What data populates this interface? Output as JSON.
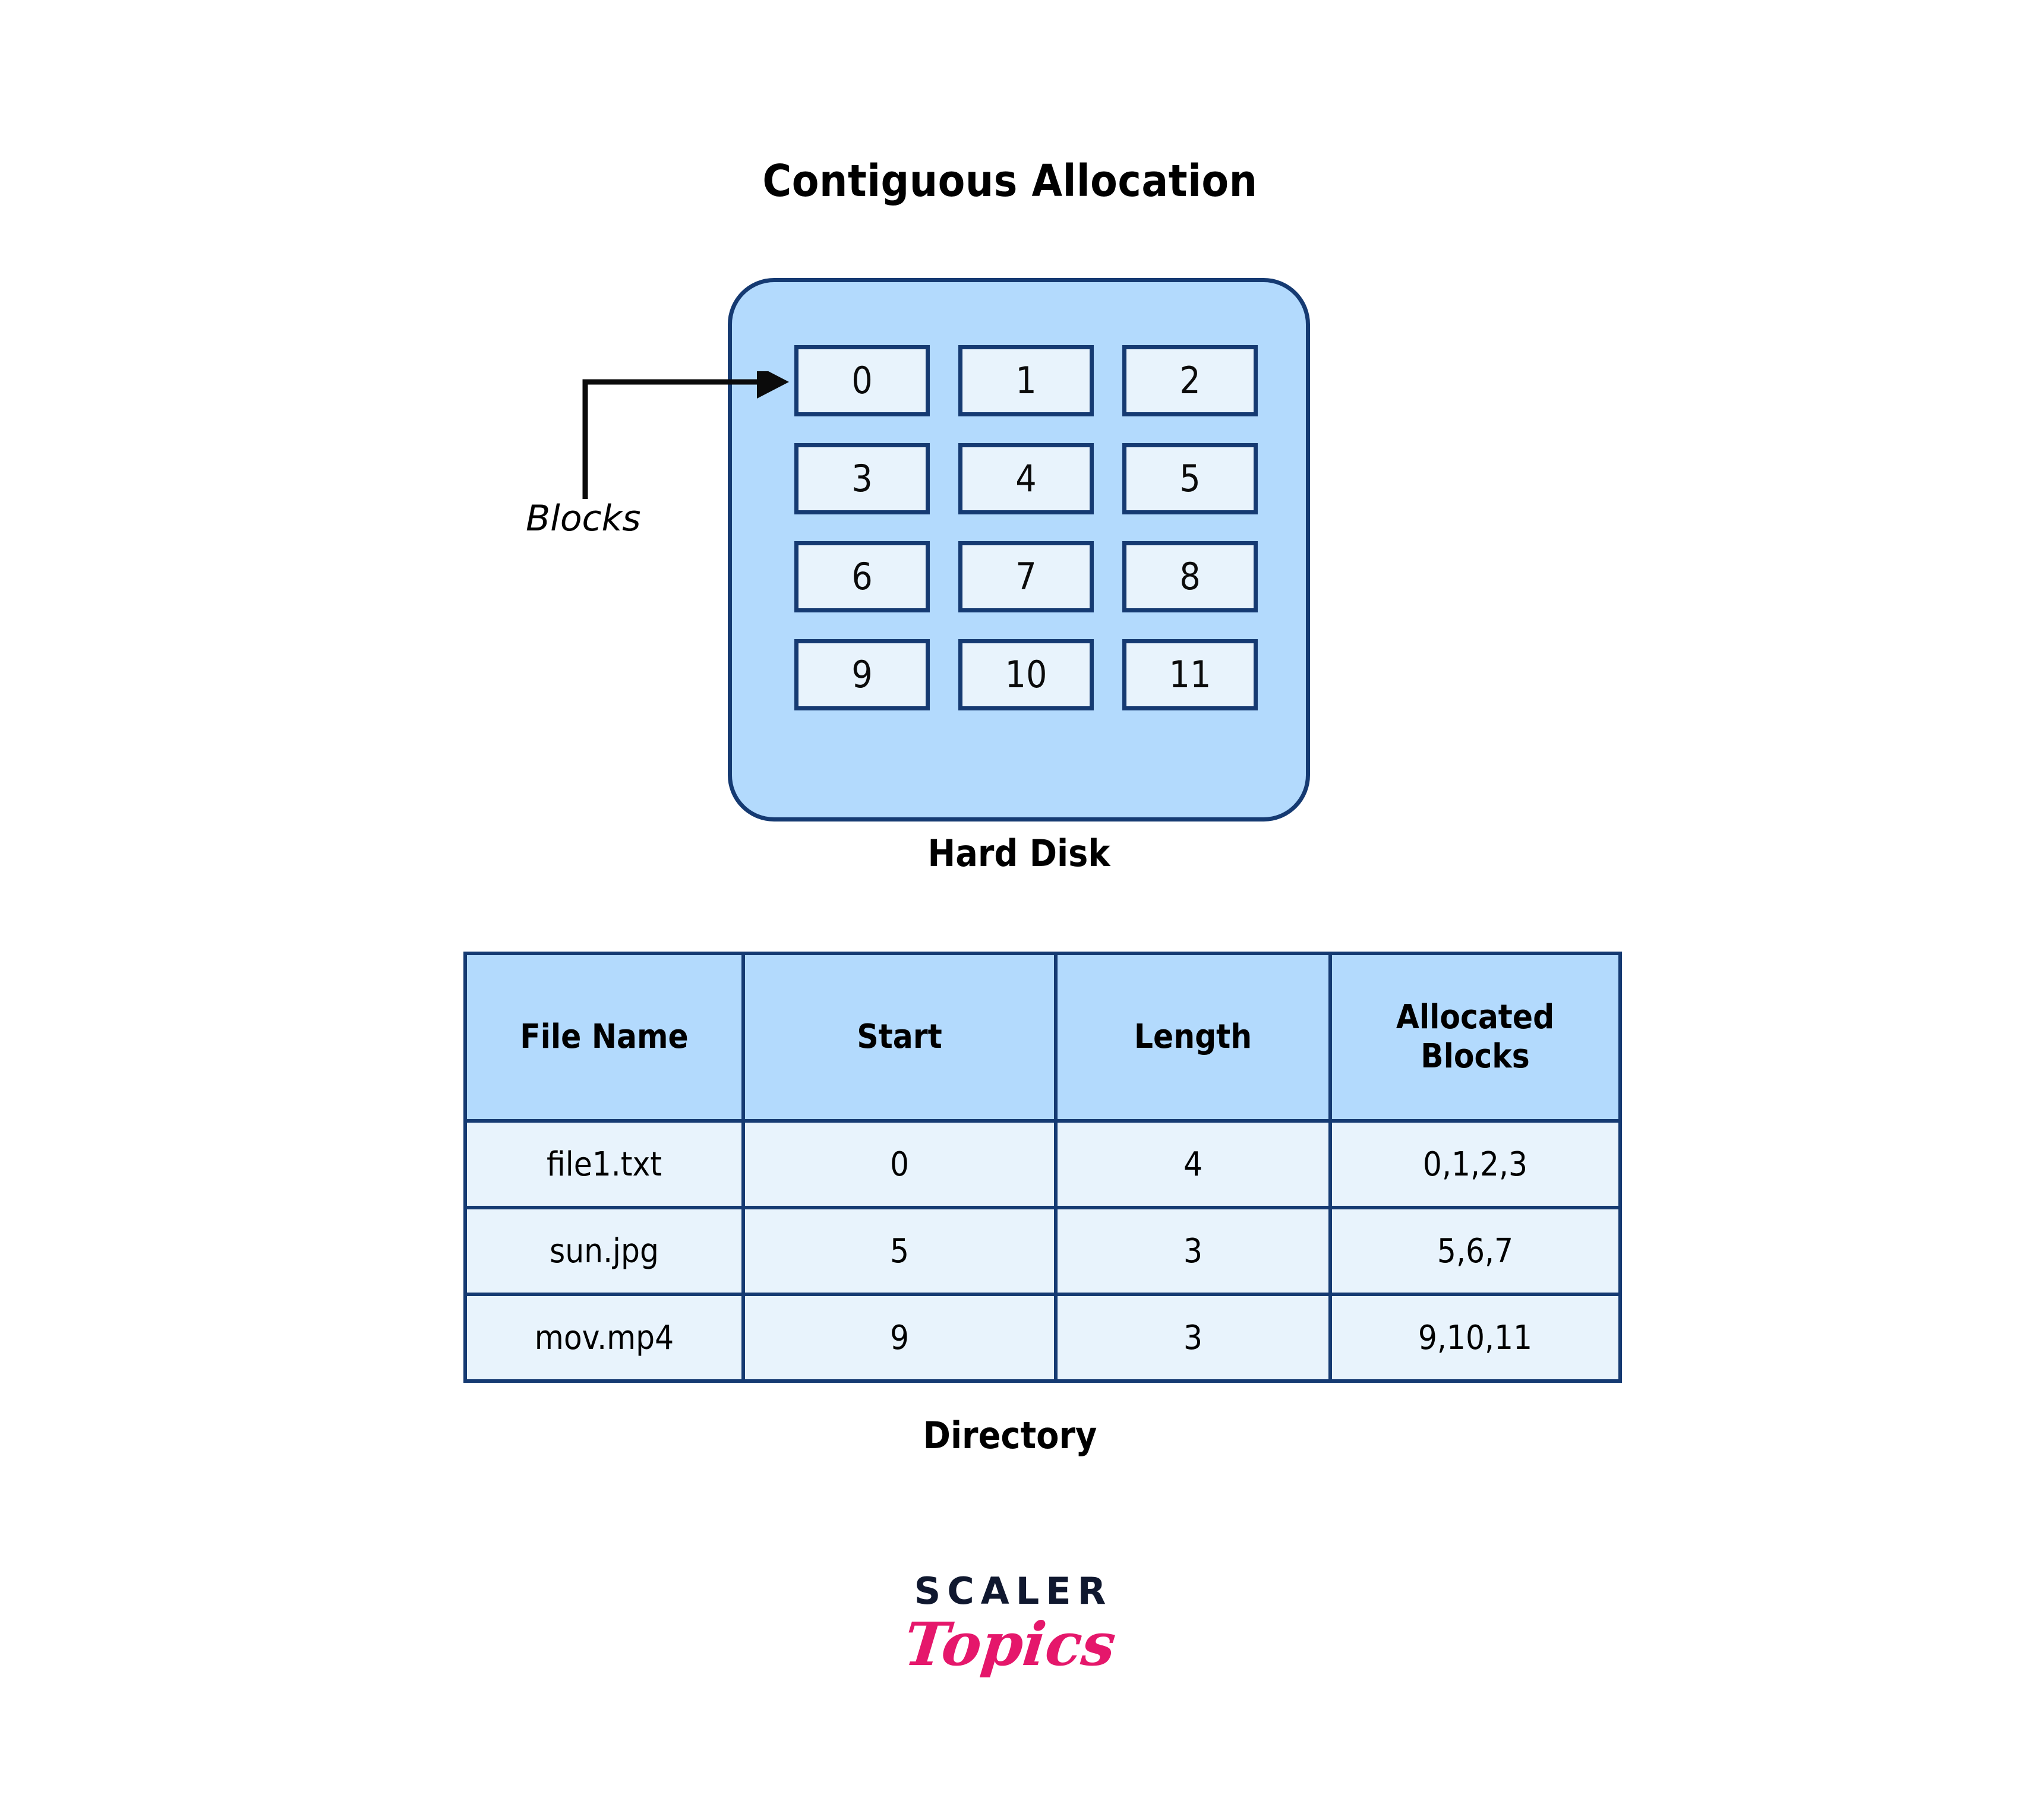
{
  "title": "Contiguous Allocation",
  "disk": {
    "caption": "Hard Disk",
    "callout_label": "Blocks",
    "callout_icon": "arrow-right-icon",
    "blocks": [
      "0",
      "1",
      "2",
      "3",
      "4",
      "5",
      "6",
      "7",
      "8",
      "9",
      "10",
      "11"
    ]
  },
  "directory": {
    "caption": "Directory",
    "columns": [
      "File Name",
      "Start",
      "Length",
      "Allocated Blocks"
    ],
    "rows": [
      {
        "file_name": "file1.txt",
        "start": "0",
        "length": "4",
        "allocated_blocks": "0,1,2,3"
      },
      {
        "file_name": "sun.jpg",
        "start": "5",
        "length": "3",
        "allocated_blocks": "5,6,7"
      },
      {
        "file_name": "mov.mp4",
        "start": "9",
        "length": "3",
        "allocated_blocks": "9,10,11"
      }
    ]
  },
  "logo": {
    "primary": "SCALER",
    "secondary": "Topics"
  },
  "colors": {
    "disk_fill": "#b3dafd",
    "block_fill": "#e8f3fc",
    "border_navy": "#153a72",
    "header_fill": "#b3dafd",
    "row_fill": "#e8f3fc",
    "logo_navy": "#10182f",
    "logo_pink": "#e5176b",
    "background": "#ffffff"
  }
}
